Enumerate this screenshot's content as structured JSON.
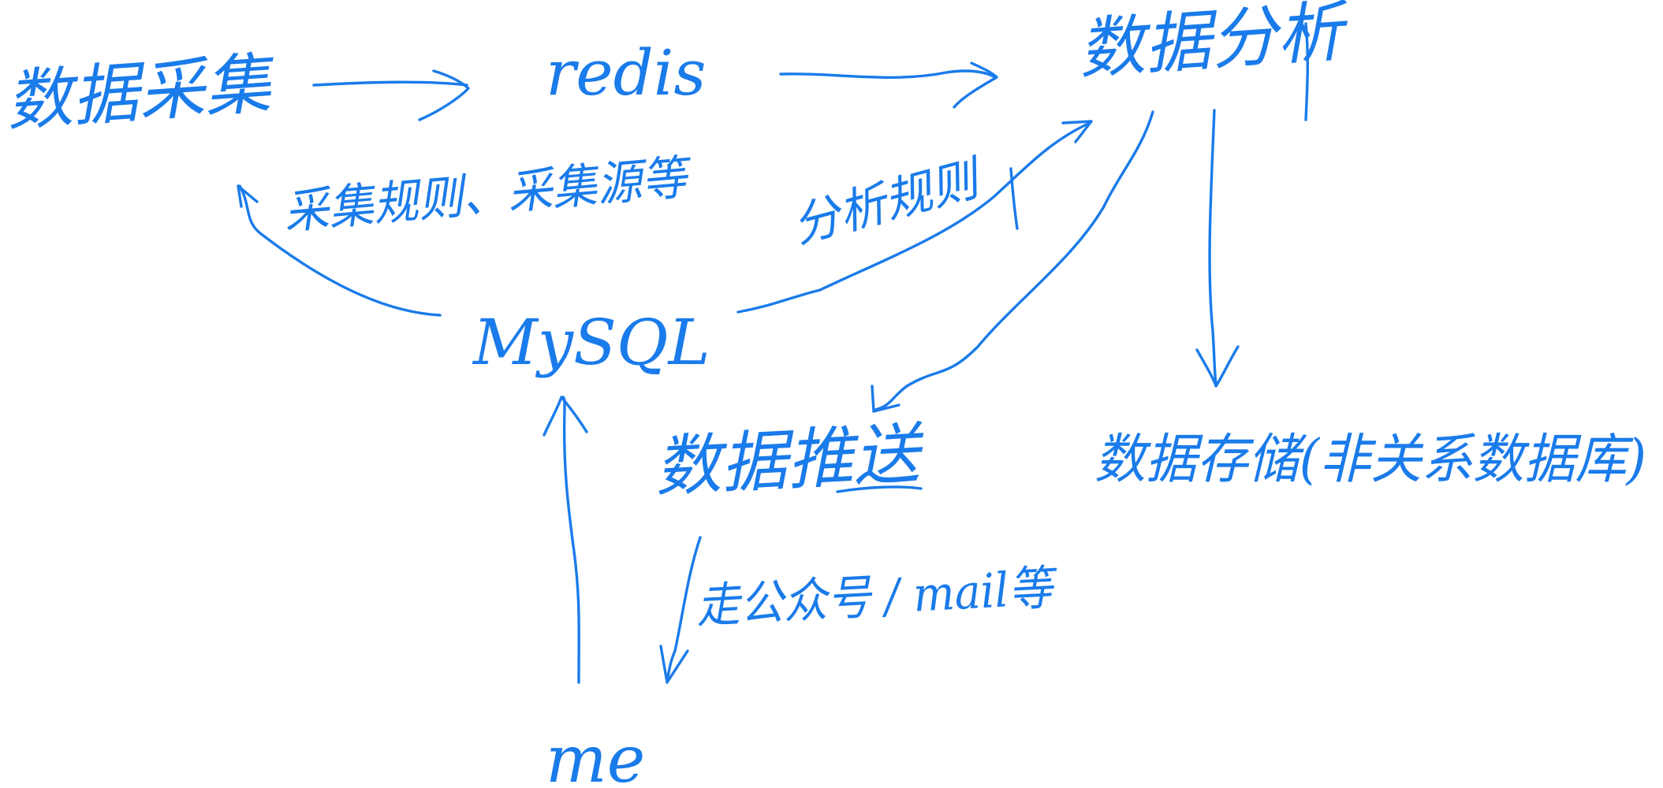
{
  "diagram": {
    "ink_color": "#1a7bea",
    "background": "#ffffff",
    "nodes": {
      "collection": "数据采集",
      "redis": "redis",
      "analysis": "数据分析",
      "mysql": "MySQL",
      "push": "数据推送",
      "storage": "数据存储(非关系数据库)",
      "me": "me"
    },
    "edge_labels": {
      "mysql_to_collection": "采集规则、采集源等",
      "mysql_to_analysis": "分析规则",
      "push_to_me": "走公众号 / mail等"
    },
    "edges": [
      {
        "from": "collection",
        "to": "redis"
      },
      {
        "from": "redis",
        "to": "analysis"
      },
      {
        "from": "mysql",
        "to": "collection",
        "label": "采集规则、采集源等"
      },
      {
        "from": "mysql",
        "to": "analysis",
        "label": "分析规则"
      },
      {
        "from": "analysis",
        "to": "push"
      },
      {
        "from": "analysis",
        "to": "storage"
      },
      {
        "from": "push",
        "to": "me",
        "label": "走公众号 / mail等"
      },
      {
        "from": "me",
        "to": "mysql"
      }
    ]
  }
}
